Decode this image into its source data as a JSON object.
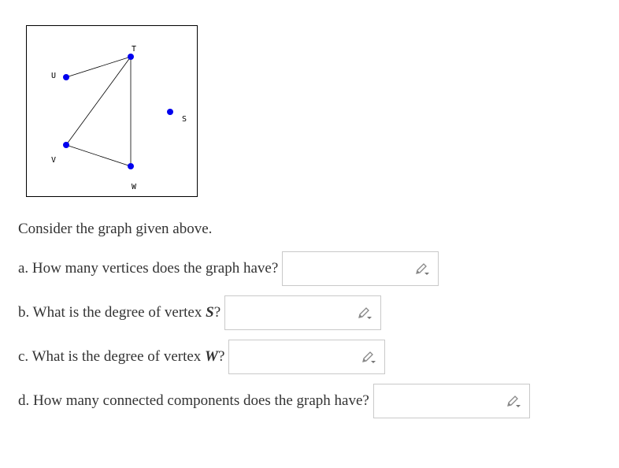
{
  "graph": {
    "vertices": [
      {
        "label": "T"
      },
      {
        "label": "U"
      },
      {
        "label": "S"
      },
      {
        "label": "V"
      },
      {
        "label": "W"
      }
    ],
    "edges": [
      [
        "U",
        "T"
      ],
      [
        "T",
        "V"
      ],
      [
        "T",
        "W"
      ],
      [
        "V",
        "W"
      ]
    ]
  },
  "intro_text": "Consider the graph given above.",
  "questions": [
    {
      "prefix": "a. How many vertices does the graph have?",
      "vertex": "",
      "suffix": ""
    },
    {
      "prefix": "b. What is the degree of vertex ",
      "vertex": "S",
      "suffix": "?"
    },
    {
      "prefix": "c. What is the degree of vertex ",
      "vertex": "W",
      "suffix": "?"
    },
    {
      "prefix": "d. How many connected components does the graph have?",
      "vertex": "",
      "suffix": ""
    }
  ],
  "icons": {
    "answer_tool": "pencil-dropdown-icon"
  },
  "colors": {
    "vertex": "#0000ee",
    "edge": "#000000",
    "input_border": "#c9c9c9"
  }
}
